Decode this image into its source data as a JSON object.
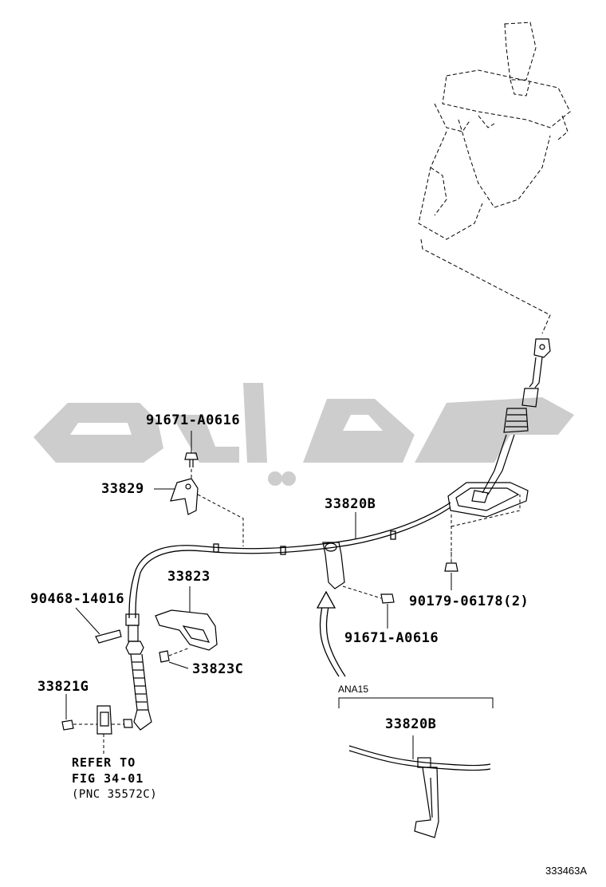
{
  "parts": {
    "p91671_top": "91671-A0616",
    "p33829": "33829",
    "p33820B_main": "33820B",
    "p33823": "33823",
    "p90468": "90468-14016",
    "p90179": "90179-06178(2)",
    "p91671_mid": "91671-A0616",
    "p33823C": "33823C",
    "p33821G": "33821G",
    "p33820B_variant": "33820B"
  },
  "variant_label": "ANA15",
  "note": {
    "line1": "REFER TO",
    "line2": "FIG 34-01",
    "line3": "(PNC 35572C)"
  },
  "figure_code": "333463A",
  "colors": {
    "line": "#000000",
    "watermark": "#c8c8c8"
  }
}
